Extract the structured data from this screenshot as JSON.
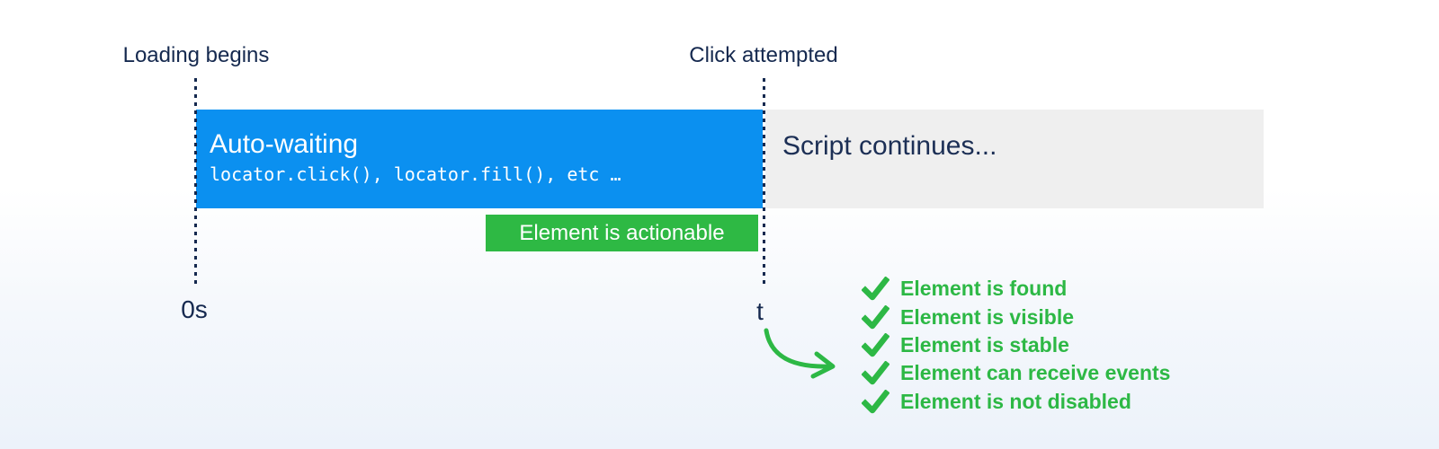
{
  "timeline": {
    "loading_begins_label": "Loading begins",
    "click_attempted_label": "Click attempted",
    "origin_time_label": "0s",
    "end_time_label": "t"
  },
  "bars": {
    "auto_waiting": {
      "title": "Auto-waiting",
      "subtitle": "locator.click(), locator.fill(), etc …",
      "color": "#0b90f0",
      "text_color": "#ffffff"
    },
    "script_continues": {
      "title": "Script continues...",
      "color": "#efefef",
      "text_color": "#1c2f55"
    }
  },
  "badge": {
    "label": "Element is actionable",
    "color": "#2eb944",
    "text_color": "#ffffff"
  },
  "checklist": {
    "color": "#2db845",
    "items": [
      "Element is found",
      "Element is visible",
      "Element is stable",
      "Element can receive events",
      "Element is not disabled"
    ]
  },
  "colors": {
    "label_navy": "#15294f",
    "background_bottom": "#ecf2fa",
    "background_top": "#ffffff"
  }
}
